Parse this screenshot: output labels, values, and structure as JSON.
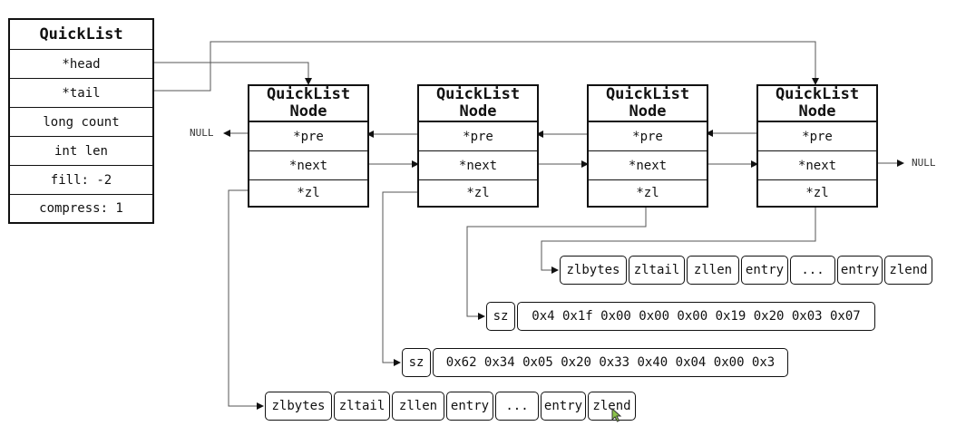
{
  "quicklist": {
    "title": "QuickList",
    "fields": [
      "*head",
      "*tail",
      "long count",
      "int len",
      "fill: -2",
      "compress: 1"
    ]
  },
  "node_title_line1": "QuickList",
  "node_title_line2": "Node",
  "node_fields": [
    "*pre",
    "*next",
    "*zl"
  ],
  "null_left": "NULL",
  "null_right": "NULL",
  "ziplist_a": [
    "zlbytes",
    "zltail",
    "zllen",
    "entry",
    "...",
    "entry",
    "zlend"
  ],
  "ziplist_b": [
    "zlbytes",
    "zltail",
    "zllen",
    "entry",
    "...",
    "entry",
    "zlend"
  ],
  "compressed_a": {
    "sz": "sz",
    "bytes": "0x4 0x1f 0x00 0x00 0x00 0x19 0x20 0x03 0x07"
  },
  "compressed_b": {
    "sz": "sz",
    "bytes": "0x62 0x34 0x05 0x20 0x33 0x40 0x04 0x00 0x3"
  },
  "colors": {
    "line": "#111111",
    "null_text": "#333333",
    "cursor": "#8bc34a"
  }
}
